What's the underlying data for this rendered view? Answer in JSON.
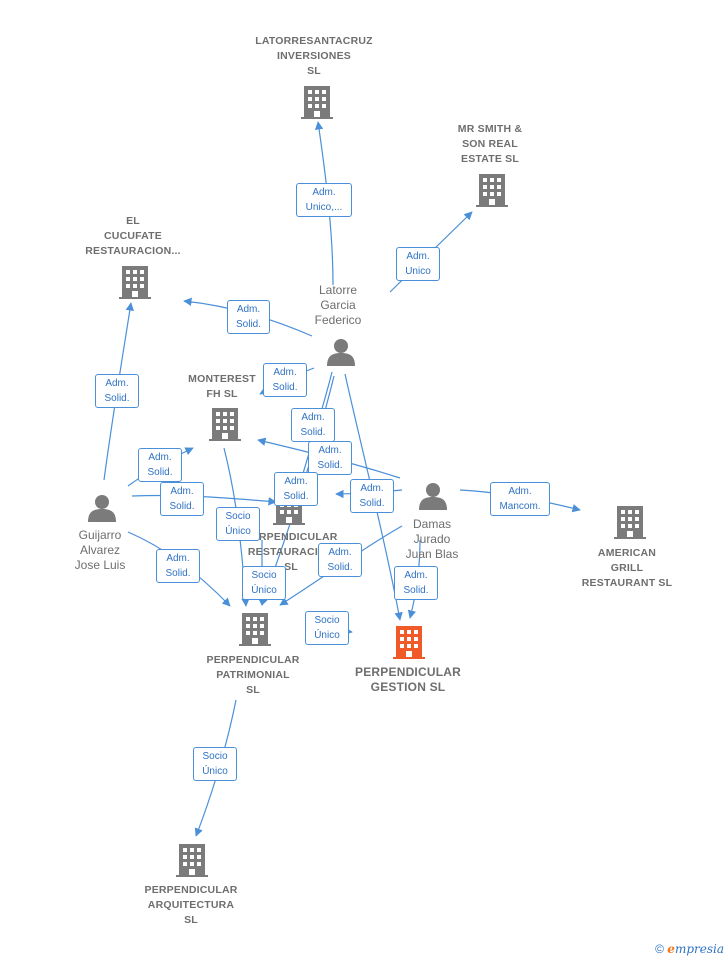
{
  "nodes": {
    "latorresantacruz": {
      "label": "LATORRESANTACRUZ\nINVERSIONES\nSL",
      "type": "company",
      "icon": "building-icon"
    },
    "mr_smith": {
      "label": "MR SMITH &\nSON REAL\nESTATE  SL",
      "type": "company",
      "icon": "building-icon"
    },
    "el_cucufate": {
      "label": "EL\nCUCUFATE\nRESTAURACION...",
      "type": "company",
      "icon": "building-icon"
    },
    "latorre_garcia": {
      "label": "Latorre\nGarcia\nFederico",
      "type": "person",
      "icon": "person-icon"
    },
    "monterest": {
      "label": "MONTEREST\nFH  SL",
      "type": "company",
      "icon": "building-icon"
    },
    "guijarro": {
      "label": "Guijarro\nAlvarez\nJose Luis",
      "type": "person",
      "icon": "person-icon"
    },
    "perpendicular_restauracion": {
      "label": "PERPENDICULAR\nRESTAURACION\nSL",
      "type": "company",
      "icon": "building-icon"
    },
    "damas_jurado": {
      "label": "Damas\nJurado\nJuan Blas",
      "type": "person",
      "icon": "person-icon"
    },
    "american_grill": {
      "label": "AMERICAN\nGRILL\nRESTAURANT SL",
      "type": "company",
      "icon": "building-icon"
    },
    "perpendicular_patrimonial": {
      "label": "PERPENDICULAR\nPATRIMONIAL\nSL",
      "type": "company",
      "icon": "building-icon"
    },
    "perpendicular_gestion": {
      "label": "PERPENDICULAR\nGESTION  SL",
      "type": "focus-company",
      "icon": "building-icon"
    },
    "perpendicular_arquitectura": {
      "label": "PERPENDICULAR\nARQUITECTURA\nSL",
      "type": "company",
      "icon": "building-icon"
    }
  },
  "edge_labels": {
    "e1": "Adm.\nUnico,...",
    "e2": "Adm.\nUnico",
    "e3": "Adm.\nSolid.",
    "e4": "Adm.\nSolid.",
    "e5": "Adm.\nSolid.",
    "e6": "Adm.\nSolid.",
    "e7": "Adm.\nSolid.",
    "e8": "Adm.\nSolid.",
    "e9": "Adm.\nSolid.",
    "e10": "Adm.\nSolid.",
    "e11": "Socio\nÚnico",
    "e12": "Adm.\nSolid.",
    "e13": "Adm.\nSolid.",
    "e14": "Adm.\nMancom.",
    "e15": "Adm.\nSolid.",
    "e16": "Socio\nÚnico",
    "e17": "Adm.\nSolid.",
    "e18": "Socio\nÚnico",
    "e19": "Socio\nÚnico"
  },
  "colors": {
    "edge": "#4a90d9",
    "edge_label_text": "#2f72c4",
    "node_icon": "#7b7b7b",
    "focus_icon": "#f05a28",
    "label_text": "#6e6e6e"
  },
  "footer": {
    "copyright": "©",
    "brand_e": "e",
    "brand_rest": "mpresia"
  }
}
